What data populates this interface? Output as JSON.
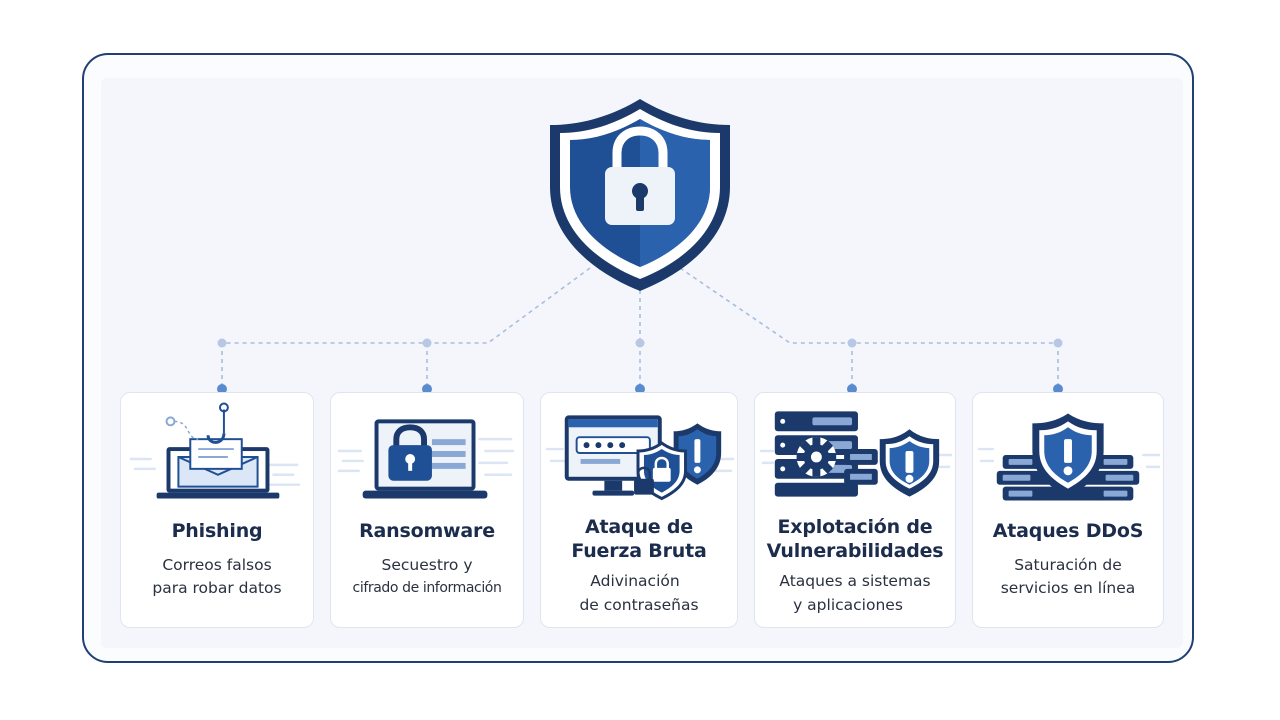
{
  "cards": [
    {
      "title": "Phishing",
      "desc": [
        "Correos falsos",
        "para robar datos"
      ]
    },
    {
      "title": "Ransomware",
      "desc": [
        "Secuestro y",
        "cifrado de información"
      ]
    },
    {
      "title": [
        "Ataque de",
        "Fuerza Bruta"
      ],
      "desc": [
        "Adivinación",
        "de contraseñas"
      ]
    },
    {
      "title": [
        "Explotación de",
        "Vulnerabilidades"
      ],
      "desc": [
        "Ataques a sistemas",
        "y aplicaciones"
      ]
    },
    {
      "title": "Ataques DDoS",
      "desc": [
        "Saturación de",
        "servicios en línea"
      ]
    }
  ],
  "icons": {
    "hero": "shield-padlock-icon",
    "phishing": "email-hook-icon",
    "ransomware": "laptop-padlock-icon",
    "brute_force": "password-monitor-icon",
    "exploit": "server-gear-warning-icon",
    "ddos": "server-stack-warning-icon"
  },
  "colors": {
    "primary": "#1f4f94",
    "dark": "#1b3a6b",
    "light": "#dbe7f6",
    "frame": "#1f3f75"
  }
}
